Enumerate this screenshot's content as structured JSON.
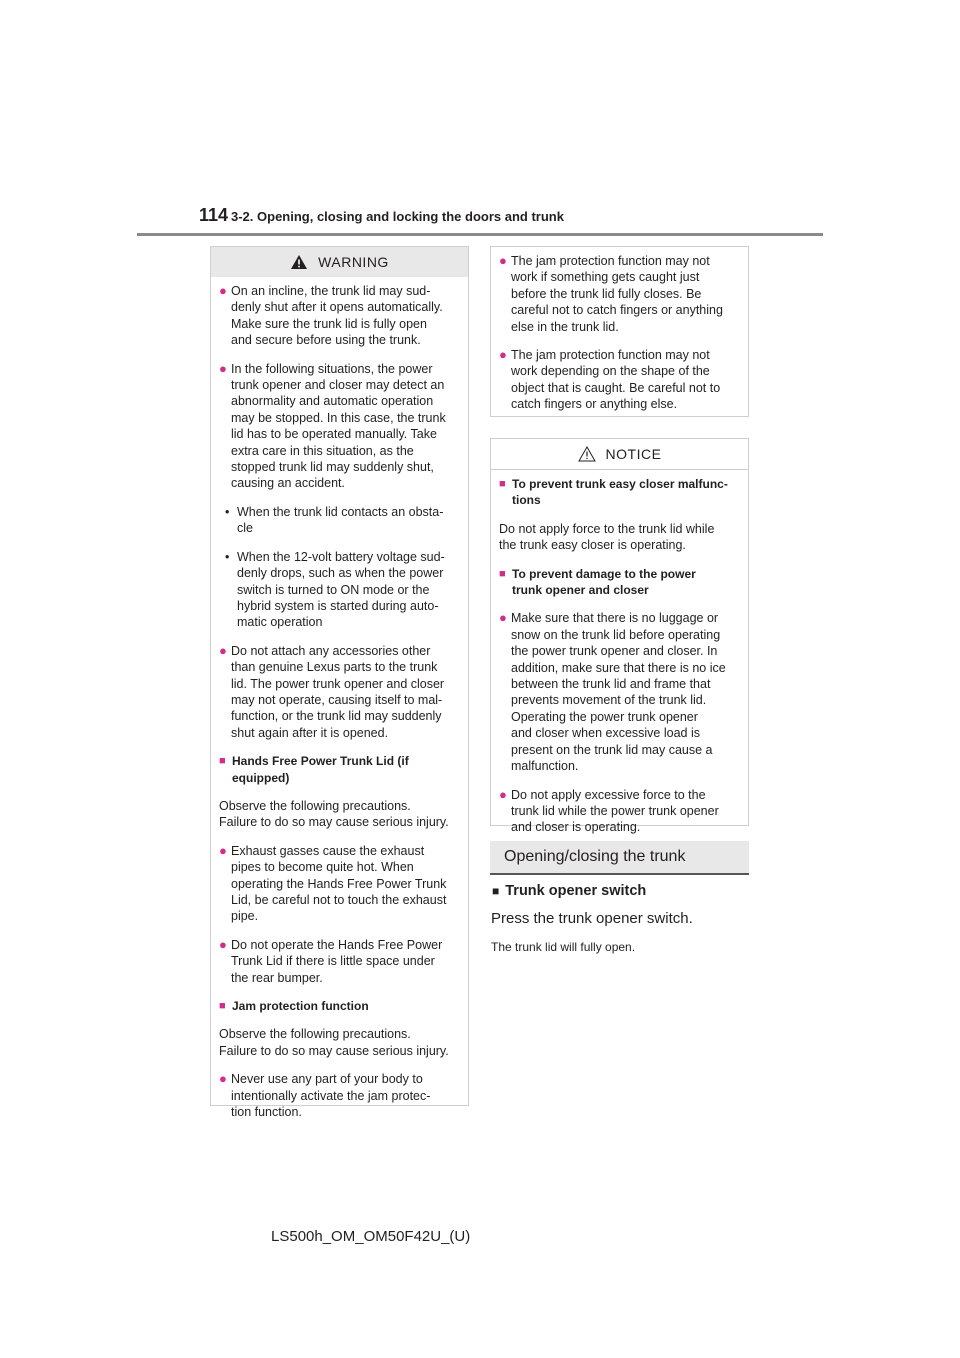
{
  "header": {
    "page_number": "114",
    "section": "3-2. Opening, closing and locking the doors and trunk"
  },
  "warning": {
    "title": "WARNING",
    "b1": "On an incline, the trunk lid may sud-\ndenly shut after it opens automatically.\nMake sure the trunk lid is fully open\nand secure before using the trunk.",
    "b2": "In the following situations, the power\ntrunk opener and closer may detect an\nabnormality and automatic operation\nmay be stopped. In this case, the trunk\nlid has to be operated manually. Take\nextra care in this situation, as the\nstopped trunk lid may suddenly shut,\ncausing an accident.",
    "s1": "When the trunk lid contacts an obsta-\ncle",
    "s2": "When the 12-volt battery voltage sud-\ndenly drops, such as when the power\nswitch is turned to ON mode or the\nhybrid system is started during auto-\nmatic operation",
    "b3": "Do not attach any accessories other\nthan genuine Lexus parts to the trunk\nlid. The power trunk opener and closer\nmay not operate, causing itself to mal-\nfunction, or the trunk lid may suddenly\nshut again after it is opened.",
    "h1": "Hands Free Power Trunk Lid (if\nequipped)",
    "p1": "Observe the following precautions.\nFailure to do so may cause serious injury.",
    "b4": "Exhaust gasses cause the exhaust\npipes to become quite hot. When\noperating the Hands Free Power Trunk\nLid, be careful not to touch the exhaust\npipe.",
    "b5": "Do not operate the Hands Free Power\nTrunk Lid if there is little space under\nthe rear bumper.",
    "h2": "Jam protection function",
    "p2": "Observe the following precautions.\nFailure to do so may cause serious injury.",
    "b6": "Never use any part of your body to\nintentionally activate the jam protec-\ntion function."
  },
  "warning_cont": {
    "b1": "The jam protection function may not\nwork if something gets caught just\nbefore the trunk lid fully closes. Be\ncareful not to catch fingers or anything\nelse in the trunk lid.",
    "b2": "The jam protection function may not\nwork depending on the shape of the\nobject that is caught. Be careful not to\ncatch fingers or anything else."
  },
  "notice": {
    "title": "NOTICE",
    "h1": "To prevent trunk easy closer malfunc-\ntions",
    "p1": "Do not apply force to the trunk lid while\nthe trunk easy closer is operating.",
    "h2": "To prevent damage to the power\ntrunk opener and closer",
    "b1": "Make sure that there is no luggage or\nsnow on the trunk lid before operating\nthe power trunk opener and closer. In\naddition, make sure that there is no ice\nbetween the trunk lid and frame that\nprevents movement of the trunk lid.\nOperating the power trunk opener\nand closer when excessive load is\npresent on the trunk lid may cause a\nmalfunction.",
    "b2": "Do not apply excessive force to the\ntrunk lid while the power trunk opener\nand closer is operating."
  },
  "main": {
    "heading": "Opening/closing the trunk",
    "sub_heading": "Trunk opener switch",
    "para": "Press the trunk opener switch.",
    "note": "The trunk lid will fully open."
  },
  "footer": "LS500h_OM_OM50F42U_(U)",
  "colors": {
    "accent": "#d12e8c",
    "rule": "#8a8a8a",
    "box_border": "#cfcfcf",
    "heading_bg": "#e8e8e8"
  }
}
